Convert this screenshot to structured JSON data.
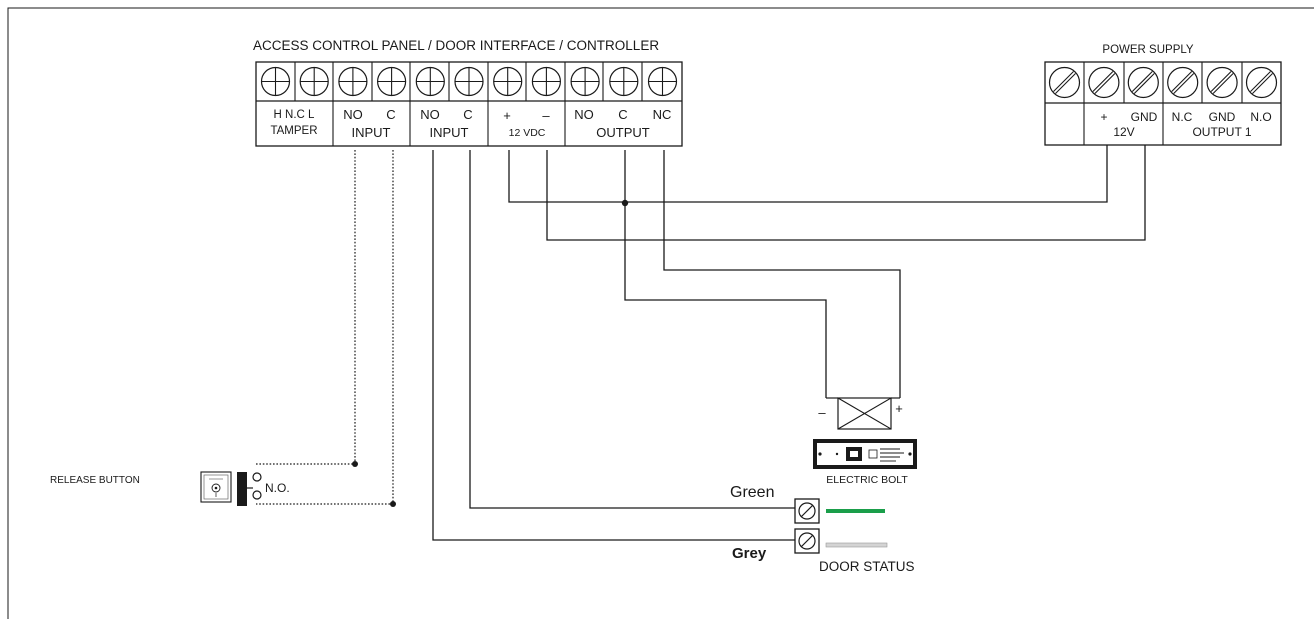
{
  "controller": {
    "title": "ACCESS CONTROL PANEL / DOOR INTERFACE / CONTROLLER",
    "tamper": {
      "top": "H N.C L",
      "bottom": "TAMPER"
    },
    "input1": {
      "no": "NO",
      "c": "C",
      "group": "INPUT"
    },
    "input2": {
      "no": "NO",
      "c": "C",
      "group": "INPUT"
    },
    "power": {
      "plus": "+",
      "minus": "–",
      "group": "12 VDC"
    },
    "output": {
      "no": "NO",
      "c": "C",
      "nc": "NC",
      "group": "OUTPUT"
    }
  },
  "power_supply": {
    "title": "POWER SUPPLY",
    "v12": {
      "plus": "+",
      "gnd": "GND",
      "group": "12V"
    },
    "output1": {
      "nc": "N.C",
      "gnd": "GND",
      "no": "N.O",
      "group": "OUTPUT 1"
    }
  },
  "release_button": {
    "label": "RELEASE BUTTON",
    "contact": "N.O."
  },
  "electric_bolt": {
    "label": "ELECTRIC BOLT",
    "minus": "–",
    "plus": "+"
  },
  "door_status": {
    "label": "DOOR STATUS",
    "green_label": "Green",
    "grey_label": "Grey",
    "colors": {
      "green": "#1a9e4a",
      "grey": "#d4d4d4"
    }
  }
}
